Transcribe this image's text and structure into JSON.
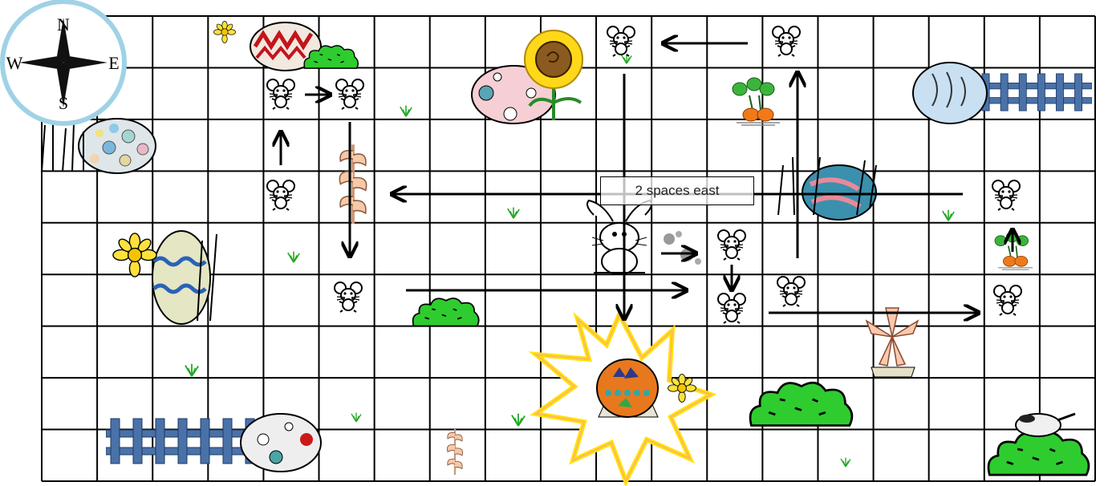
{
  "puzzle": {
    "direction_label": "2 spaces east"
  },
  "compass": {
    "north": "N",
    "south": "S",
    "east": "E",
    "west": "W"
  },
  "grid": {
    "columns": 19,
    "rows": 9
  },
  "icons": {
    "mouse": "mouse-icon",
    "bunny": "bunny-icon",
    "egg": "easter-egg-icon",
    "flower": "flower-icon",
    "sunflower": "sunflower-icon",
    "bush": "bush-icon",
    "carrot": "carrot-icon",
    "fence": "fence-icon",
    "grass": "grass-icon",
    "starburst": "starburst-icon"
  },
  "colors": {
    "grid_line": "#000000",
    "compass_ring": "#9fd2e6",
    "bush_green": "#2ec82e",
    "fence_blue": "#4a72a8",
    "starburst_yellow": "#ffee00",
    "egg_orange": "#e8781e",
    "carrot_orange": "#f07a1a"
  }
}
